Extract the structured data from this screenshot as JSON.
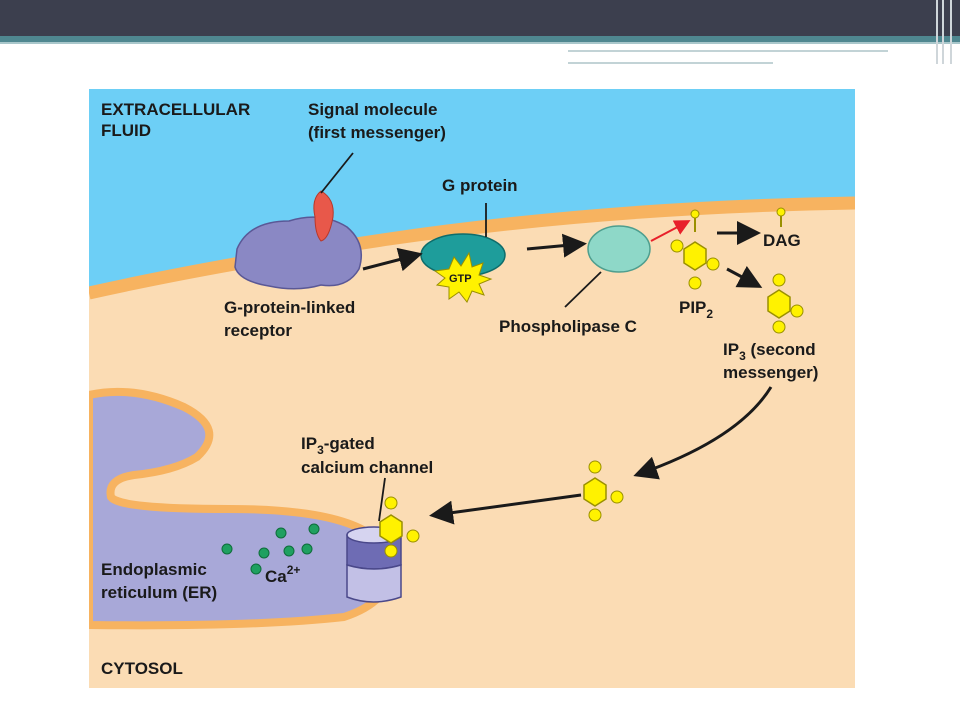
{
  "labels": {
    "extracellular_line1": "EXTRACELLULAR",
    "extracellular_line2": "FLUID",
    "signal_line1": "Signal molecule",
    "signal_line2": "(first messenger)",
    "g_protein": "G protein",
    "gtp": "GTP",
    "dag": "DAG",
    "receptor_line1": "G-protein-linked",
    "receptor_line2": "receptor",
    "phospholipase": "Phospholipase C",
    "pip_main": "PIP",
    "pip_sub": "2",
    "ip3_main": "IP",
    "ip3_sub": "3",
    "ip3_rest": " (second",
    "ip3_line2": "messenger)",
    "channel_main": "IP",
    "channel_sub": "3",
    "channel_rest": "-gated",
    "channel_line2": "calcium channel",
    "er_line1": "Endoplasmic",
    "er_line2": "reticulum (ER)",
    "ca_main": "Ca",
    "ca_sup": "2+",
    "cytosol": "CYTOSOL"
  },
  "colors": {
    "extracellular": "#6dcff6",
    "cytosol": "#fbdcb4",
    "membrane": "#f7b360",
    "er": "#a8a8d8",
    "receptor": "#8a88c4",
    "signal_molecule": "#e8584a",
    "g_protein": "#1e9d9b",
    "gtp_star": "#fff200",
    "phospholipase": "#8ed8c8",
    "ip3_hexagon": "#fff200",
    "calcium_ion": "#1fa060",
    "arrow": "#1a1a1a",
    "activation_arrow": "#e8202a"
  }
}
